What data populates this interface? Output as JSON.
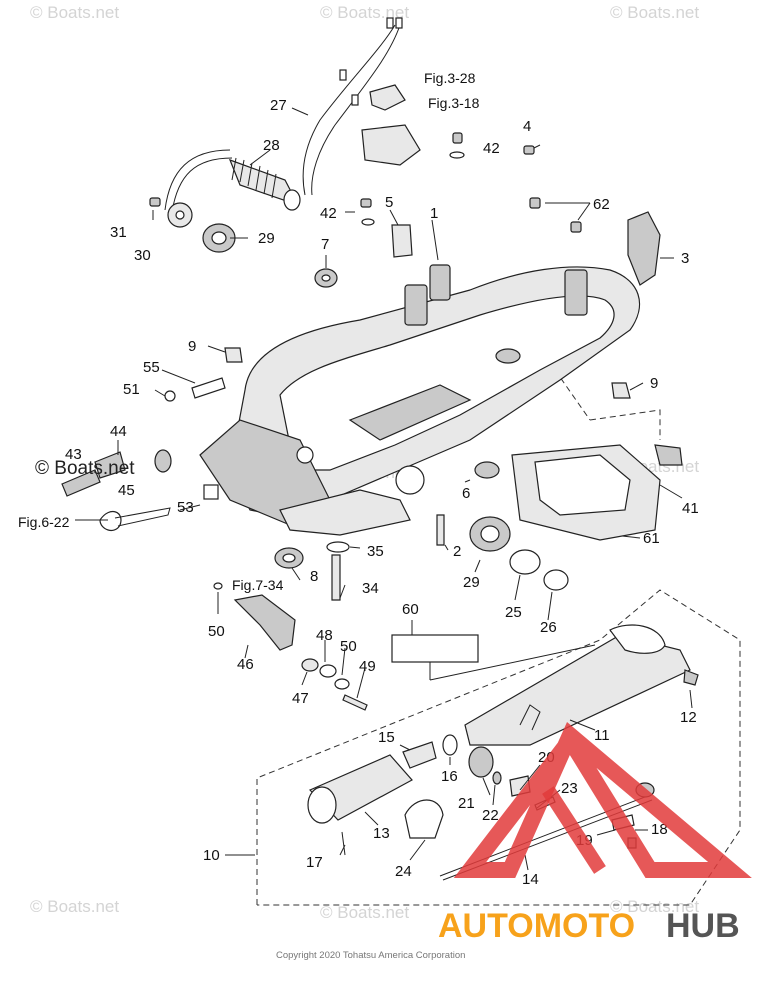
{
  "watermarks": [
    "© Boats.net",
    "© Boats.net",
    "© Boats.net",
    "© Boats.net",
    "© Boats.net",
    "© Boats.net",
    "© Boats.net",
    "© Boats.net"
  ],
  "boats_stamp": "© Boats.net",
  "figure_refs": {
    "fig_3_28": "Fig.3-28",
    "fig_3_18": "Fig.3-18",
    "fig_6_22": "Fig.6-22",
    "fig_7_34": "Fig.7-34"
  },
  "callouts": {
    "c1": "1",
    "c2": "2",
    "c3": "3",
    "c4": "4",
    "c5": "5",
    "c6": "6",
    "c7": "7",
    "c8": "8",
    "c9a": "9",
    "c9b": "9",
    "c10": "10",
    "c11": "11",
    "c12": "12",
    "c13": "13",
    "c14": "14",
    "c15": "15",
    "c16": "16",
    "c17": "17",
    "c18": "18",
    "c19": "19",
    "c20": "20",
    "c21": "21",
    "c22": "22",
    "c23": "23",
    "c24": "24",
    "c25": "25",
    "c26": "26",
    "c27": "27",
    "c28": "28",
    "c29a": "29",
    "c29b": "29",
    "c30": "30",
    "c31": "31",
    "c34": "34",
    "c35": "35",
    "c41": "41",
    "c42a": "42",
    "c42b": "42",
    "c43": "43",
    "c44": "44",
    "c45": "45",
    "c46": "46",
    "c47": "47",
    "c48": "48",
    "c49": "49",
    "c50a": "50",
    "c50b": "50",
    "c51": "51",
    "c53": "53",
    "c55": "55",
    "c60": "60",
    "c61": "61",
    "c62": "62"
  },
  "copyright": "Copyright 2020 Tohatsu America Corporation",
  "brand": {
    "part1": "AUTOMOTO",
    "part2": "HUB",
    "color1": "#f7a21b",
    "color2": "#555555",
    "triangle": "#e23b3b"
  }
}
